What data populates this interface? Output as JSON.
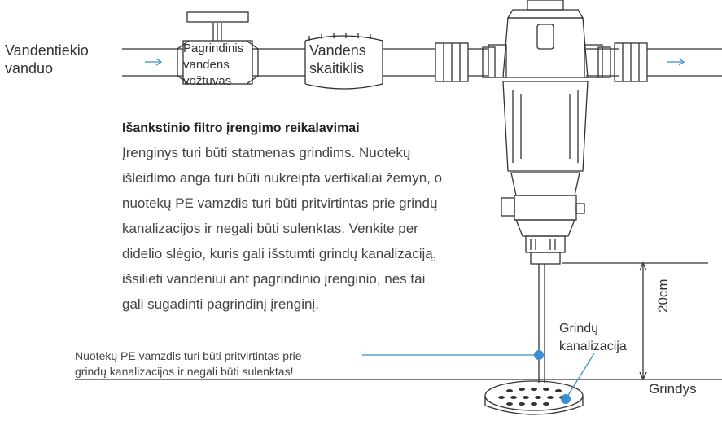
{
  "labels": {
    "inlet_line1": "Vandentiekio",
    "inlet_line2": "vanduo",
    "valve_line1": "Pagrindinis",
    "valve_line2": "vandens",
    "valve_line3": "vožtuvas",
    "meter_line1": "Vandens",
    "meter_line2": "skaitiklis",
    "drain_line1": "Grindų",
    "drain_line2": "kanalizacija",
    "height": "20cm",
    "floor": "Grindys"
  },
  "requirements": {
    "title": "Išankstinio filtro įrengimo reikalavimai",
    "lines": [
      "Įrenginys turi būti statmenas grindims. Nuotekų",
      "išleidimo anga turi būti nukreipta vertikaliai žemyn, o",
      "nuotekų PE vamzdis turi būti pritvirtintas prie grindų",
      "kanalizacijos ir negali būti sulenktas. Venkite per",
      "didelio slėgio, kuris gali išstumti grindų kanalizaciją,",
      "išsilieti vandeniui ant pagrindinio įrenginio, nes tai",
      "gali sugadinti pagrindinį įrenginį."
    ]
  },
  "note": {
    "line1": "Nuotekų PE vamzdis turi būti pritvirtintas prie",
    "line2": "grindų kanalizacijos ir negali būti sulenktas!"
  },
  "colors": {
    "line": "#333333",
    "accent": "#3a8fd1",
    "flow_arrow": "#3a8fd1",
    "filter_body": "#ffffff"
  }
}
